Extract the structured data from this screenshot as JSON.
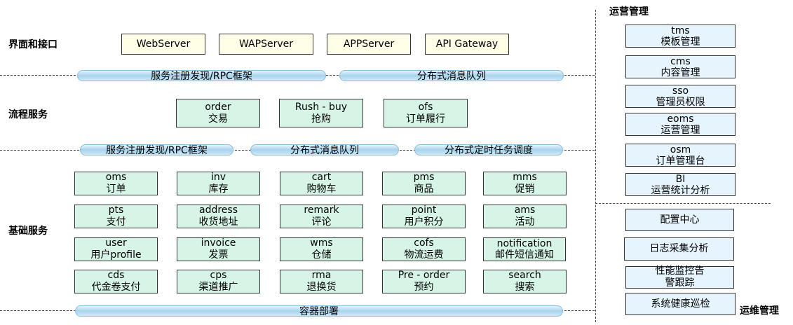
{
  "sections": {
    "interface": "界面和接口",
    "process": "流程服务",
    "basic": "基础服务",
    "operations": "运营管理",
    "devops": "运维管理"
  },
  "interface_boxes": [
    "WebServer",
    "WAPServer",
    "APPServer",
    "API Gateway"
  ],
  "bars_top": [
    "服务注册发现/RPC框架",
    "分布式消息队列"
  ],
  "process_boxes": [
    {
      "en": "order",
      "zh": "交易"
    },
    {
      "en": "Rush - buy",
      "zh": "抢购"
    },
    {
      "en": "ofs",
      "zh": "订单履行"
    }
  ],
  "bars_mid": [
    "服务注册发现/RPC框架",
    "分布式消息队列",
    "分布式定时任务调度"
  ],
  "basic_boxes": [
    {
      "en": "oms",
      "zh": "订单"
    },
    {
      "en": "inv",
      "zh": "库存"
    },
    {
      "en": "cart",
      "zh": "购物车"
    },
    {
      "en": "pms",
      "zh": "商品"
    },
    {
      "en": "mms",
      "zh": "促销"
    },
    {
      "en": "pts",
      "zh": "支付"
    },
    {
      "en": "address",
      "zh": "收货地址"
    },
    {
      "en": "remark",
      "zh": "评论"
    },
    {
      "en": "point",
      "zh": "用户积分"
    },
    {
      "en": "ams",
      "zh": "活动"
    },
    {
      "en": "user",
      "zh": "用户profile"
    },
    {
      "en": "invoice",
      "zh": "发票"
    },
    {
      "en": "wms",
      "zh": "仓储"
    },
    {
      "en": "cofs",
      "zh": "物流运费"
    },
    {
      "en": "notification",
      "zh": "邮件短信通知"
    },
    {
      "en": "cds",
      "zh": "代金卷支付"
    },
    {
      "en": "cps",
      "zh": "渠道推广"
    },
    {
      "en": "rma",
      "zh": "退换货"
    },
    {
      "en": "Pre - order",
      "zh": "预约"
    },
    {
      "en": "search",
      "zh": "搜索"
    }
  ],
  "bar_bottom": "容器部署",
  "ops_boxes": [
    {
      "en": "tms",
      "zh": "模板管理"
    },
    {
      "en": "cms",
      "zh": "内容管理"
    },
    {
      "en": "sso",
      "zh": "管理员权限"
    },
    {
      "en": "eoms",
      "zh": "运营管理"
    },
    {
      "en": "osm",
      "zh": "订单管理台"
    },
    {
      "en": "BI",
      "zh": "运营统计分析"
    }
  ],
  "devops_boxes": [
    "配置中心",
    "日志采集分析",
    "性能监控告警跟踪",
    "系统健康巡检"
  ]
}
